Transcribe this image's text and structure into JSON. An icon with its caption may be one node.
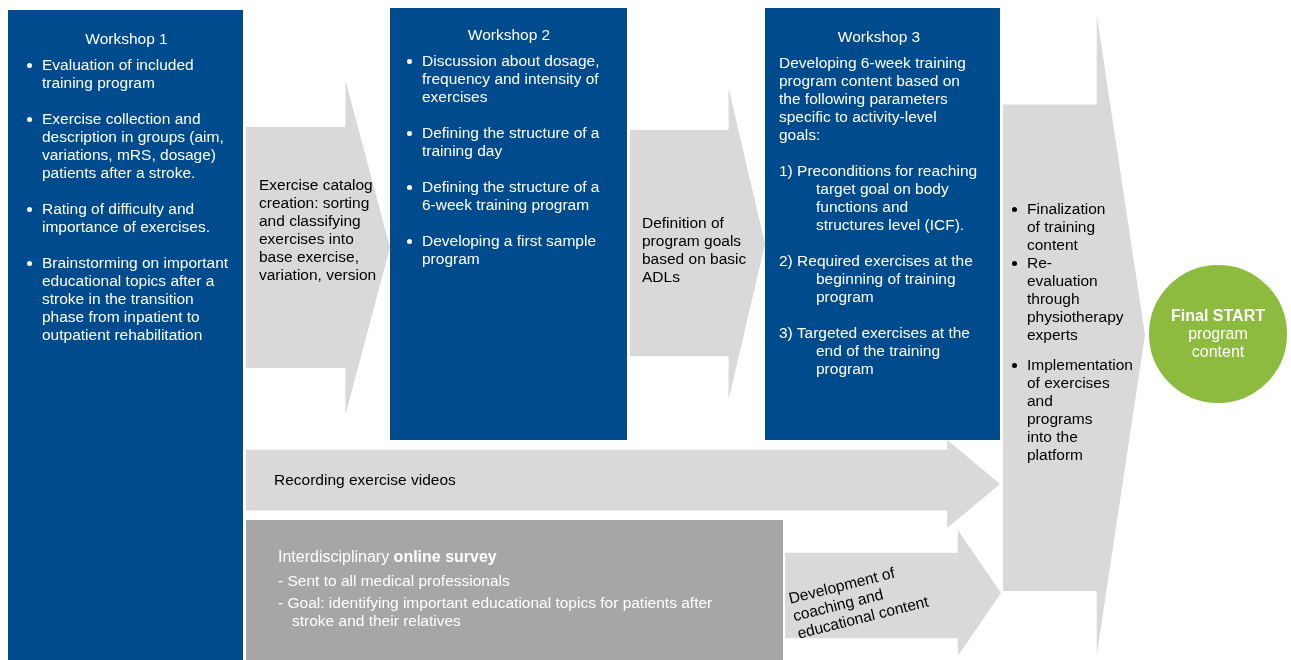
{
  "diagram": {
    "nodes": [
      {
        "text": [
          "Workshop 1",
          "Evaluation of included training program",
          "Exercise collection and description in groups (aim, variations, mRS, dosage) patients after a stroke.",
          "Rating of difficulty and importance of exercises.",
          "Brainstorming on important educational topics after a stroke in the transition phase from inpatient to outpatient rehabilitation"
        ]
      },
      {
        "text": [
          "Exercise catalog creation: sorting and classifying exercises into base exercise, variation, version"
        ]
      },
      {
        "text": [
          "Workshop 2",
          "Discussion about dosage, frequency and intensity of exercises",
          "Defining the structure of a training day",
          "Defining the structure of a 6-week training program",
          "Developing a first sample program"
        ]
      },
      {
        "text": [
          "Definition of program goals based on basic ADLs"
        ]
      },
      {
        "text": [
          "Workshop 3",
          "Developing 6-week training program content based on the following parameters specific to activity-level goals:",
          "1) Preconditions for reaching target goal on body functions and structures level (ICF).",
          "2) Required exercises at the beginning of training program",
          "3) Targeted exercises at the end of the training program"
        ]
      },
      {
        "text": [
          "Finalization of training content",
          "Re-evaluation through physiotherapy experts",
          "Implementation of exercises and programs into the platform"
        ]
      },
      {
        "text": [
          "**Final START** program content"
        ]
      },
      {
        "text": [
          "Recording exercise videos"
        ]
      },
      {
        "text": [
          "Interdisciplinary **online survey**",
          "- Sent to all medical professionals",
          "- Goal: identifying important educational topics for patients after stroke and their relatives"
        ]
      },
      {
        "text": [
          "Development of coaching and educational content"
        ]
      }
    ]
  }
}
